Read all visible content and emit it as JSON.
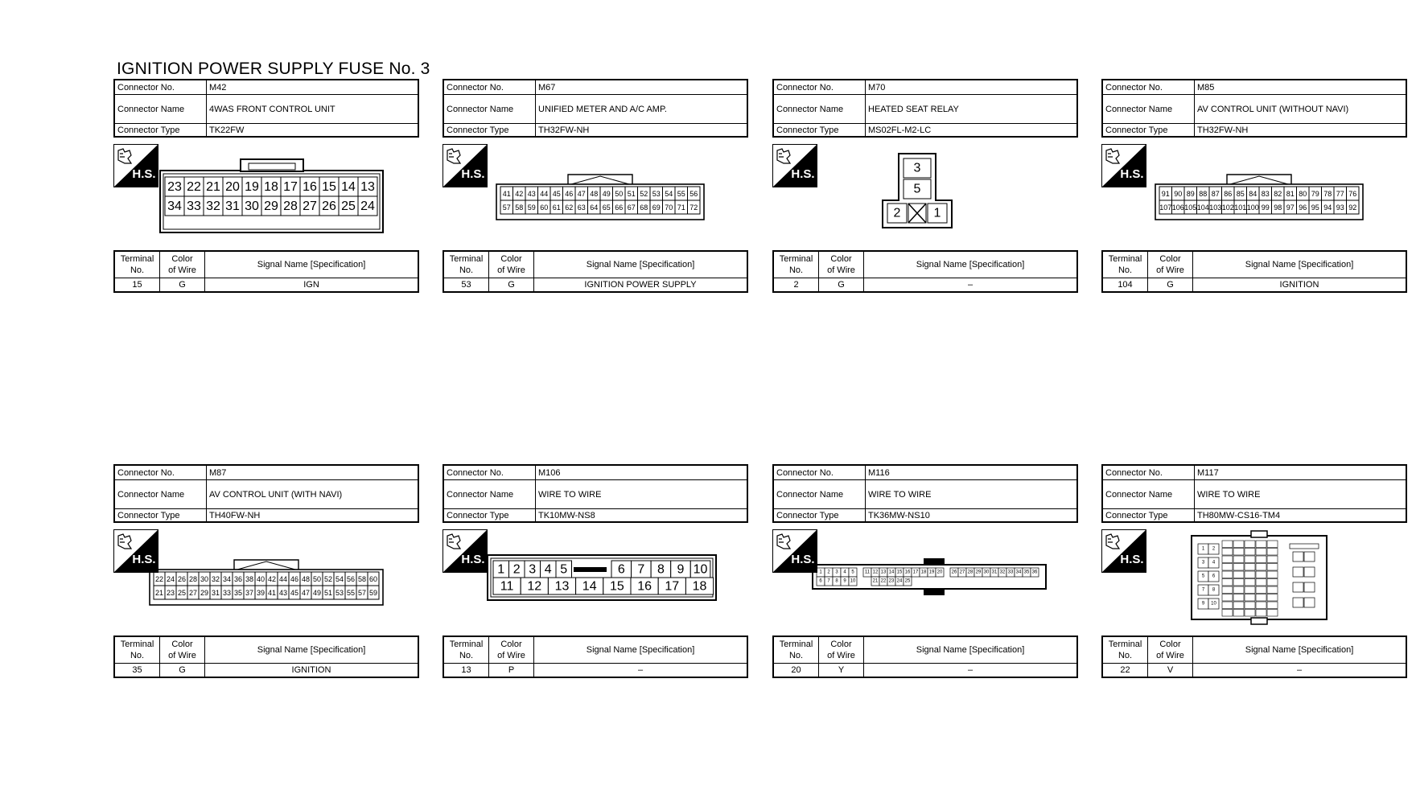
{
  "page_title": "IGNITION POWER SUPPLY FUSE No. 3",
  "labels": {
    "connector_no": "Connector No.",
    "connector_name": "Connector Name",
    "connector_type": "Connector Type",
    "terminal_no_line1": "Terminal",
    "terminal_no_line2": "No.",
    "color_of_wire_line1": "Color",
    "color_of_wire_line2": "of Wire",
    "signal_name": "Signal Name [Specification]",
    "hs_badge": "H.S."
  },
  "connectors": [
    {
      "no": "M42",
      "name": "4WAS FRONT CONTROL UNIT",
      "type": "TK22FW",
      "signal_header": "Signal Name [Specification]",
      "layout": "big",
      "pins_top": [
        "23",
        "22",
        "21",
        "20",
        "19",
        "18",
        "17",
        "16",
        "15",
        "14",
        "13"
      ],
      "pins_bottom": [
        "34",
        "33",
        "32",
        "31",
        "30",
        "29",
        "28",
        "27",
        "26",
        "25",
        "24"
      ],
      "terminal": {
        "no": "15",
        "color": "G",
        "signal": "IGN"
      }
    },
    {
      "no": "M67",
      "name": "UNIFIED METER AND A/C AMP.",
      "type": "TH32FW-NH",
      "signal_header": "Signal Name [Specification]",
      "layout": "small",
      "pins_top": [
        "41",
        "42",
        "43",
        "44",
        "45",
        "46",
        "47",
        "48",
        "49",
        "50",
        "51",
        "52",
        "53",
        "54",
        "55",
        "56"
      ],
      "pins_bottom": [
        "57",
        "58",
        "59",
        "60",
        "61",
        "62",
        "63",
        "64",
        "65",
        "66",
        "67",
        "68",
        "69",
        "70",
        "71",
        "72"
      ],
      "terminal": {
        "no": "53",
        "color": "G",
        "signal": "IGNITION POWER SUPPLY"
      }
    },
    {
      "no": "M70",
      "name": "HEATED SEAT RELAY",
      "type": "MS02FL-M2-LC",
      "signal_header": "Signal Name [Specification]",
      "layout": "relay",
      "pins_relay": [
        "3",
        "5",
        "2",
        "1"
      ],
      "terminal": {
        "no": "2",
        "color": "G",
        "signal": "–"
      }
    },
    {
      "no": "M85",
      "name": "AV CONTROL UNIT (WITHOUT NAVI)",
      "type": "TH32FW-NH",
      "signal_header": "Signal Name [Specification]",
      "layout": "small",
      "pins_top": [
        "91",
        "90",
        "89",
        "88",
        "87",
        "86",
        "85",
        "84",
        "83",
        "82",
        "81",
        "80",
        "79",
        "78",
        "77",
        "76"
      ],
      "pins_bottom": [
        "107",
        "106",
        "105",
        "104",
        "103",
        "102",
        "101",
        "100",
        "99",
        "98",
        "97",
        "96",
        "95",
        "94",
        "93",
        "92"
      ],
      "terminal": {
        "no": "104",
        "color": "G",
        "signal": "IGNITION"
      }
    },
    {
      "no": "M87",
      "name": "AV CONTROL UNIT (WITH NAVI)",
      "type": "TH40FW-NH",
      "signal_header": "Signal Name [Specification]",
      "layout": "small",
      "pins_top": [
        "22",
        "24",
        "26",
        "28",
        "30",
        "32",
        "34",
        "36",
        "38",
        "40",
        "42",
        "44",
        "46",
        "48",
        "50",
        "52",
        "54",
        "56",
        "58",
        "60"
      ],
      "pins_bottom": [
        "21",
        "23",
        "25",
        "27",
        "29",
        "31",
        "33",
        "35",
        "37",
        "39",
        "41",
        "43",
        "45",
        "47",
        "49",
        "51",
        "53",
        "55",
        "57",
        "59"
      ],
      "terminal": {
        "no": "35",
        "color": "G",
        "signal": "IGNITION"
      }
    },
    {
      "no": "M106",
      "name": "WIRE TO WIRE",
      "type": "TK10MW-NS8",
      "signal_header": "Signal Name [Specification]",
      "layout": "wire18",
      "pins_top": [
        "1",
        "2",
        "3",
        "4",
        "5",
        "6",
        "7",
        "8",
        "9",
        "10"
      ],
      "pins_bottom": [
        "11",
        "12",
        "13",
        "14",
        "15",
        "16",
        "17",
        "18"
      ],
      "terminal": {
        "no": "13",
        "color": "P",
        "signal": "–"
      }
    },
    {
      "no": "M116",
      "name": "WIRE TO WIRE",
      "type": "TK36MW-NS10",
      "signal_header": "Signal Name [Specification]",
      "layout": "wire36",
      "pins_top": [
        "1",
        "2",
        "3",
        "4",
        "5",
        "11",
        "12",
        "13",
        "14",
        "15",
        "16",
        "17",
        "18",
        "19",
        "20",
        "26",
        "27",
        "28",
        "29",
        "30",
        "31",
        "32",
        "33",
        "34",
        "35",
        "36"
      ],
      "pins_bottom": [
        "6",
        "7",
        "8",
        "9",
        "10",
        "21",
        "22",
        "23",
        "24",
        "25"
      ],
      "terminal": {
        "no": "20",
        "color": "Y",
        "signal": "–"
      }
    },
    {
      "no": "M117",
      "name": "WIRE TO WIRE",
      "type": "TH80MW-CS16-TM4",
      "signal_header": "Signal Name [Specification]",
      "layout": "grid",
      "pins_grid_left": [
        "1",
        "2",
        "3",
        "4",
        "5",
        "6",
        "7",
        "8",
        "9",
        "10"
      ],
      "terminal": {
        "no": "22",
        "color": "V",
        "signal": "–"
      }
    }
  ]
}
